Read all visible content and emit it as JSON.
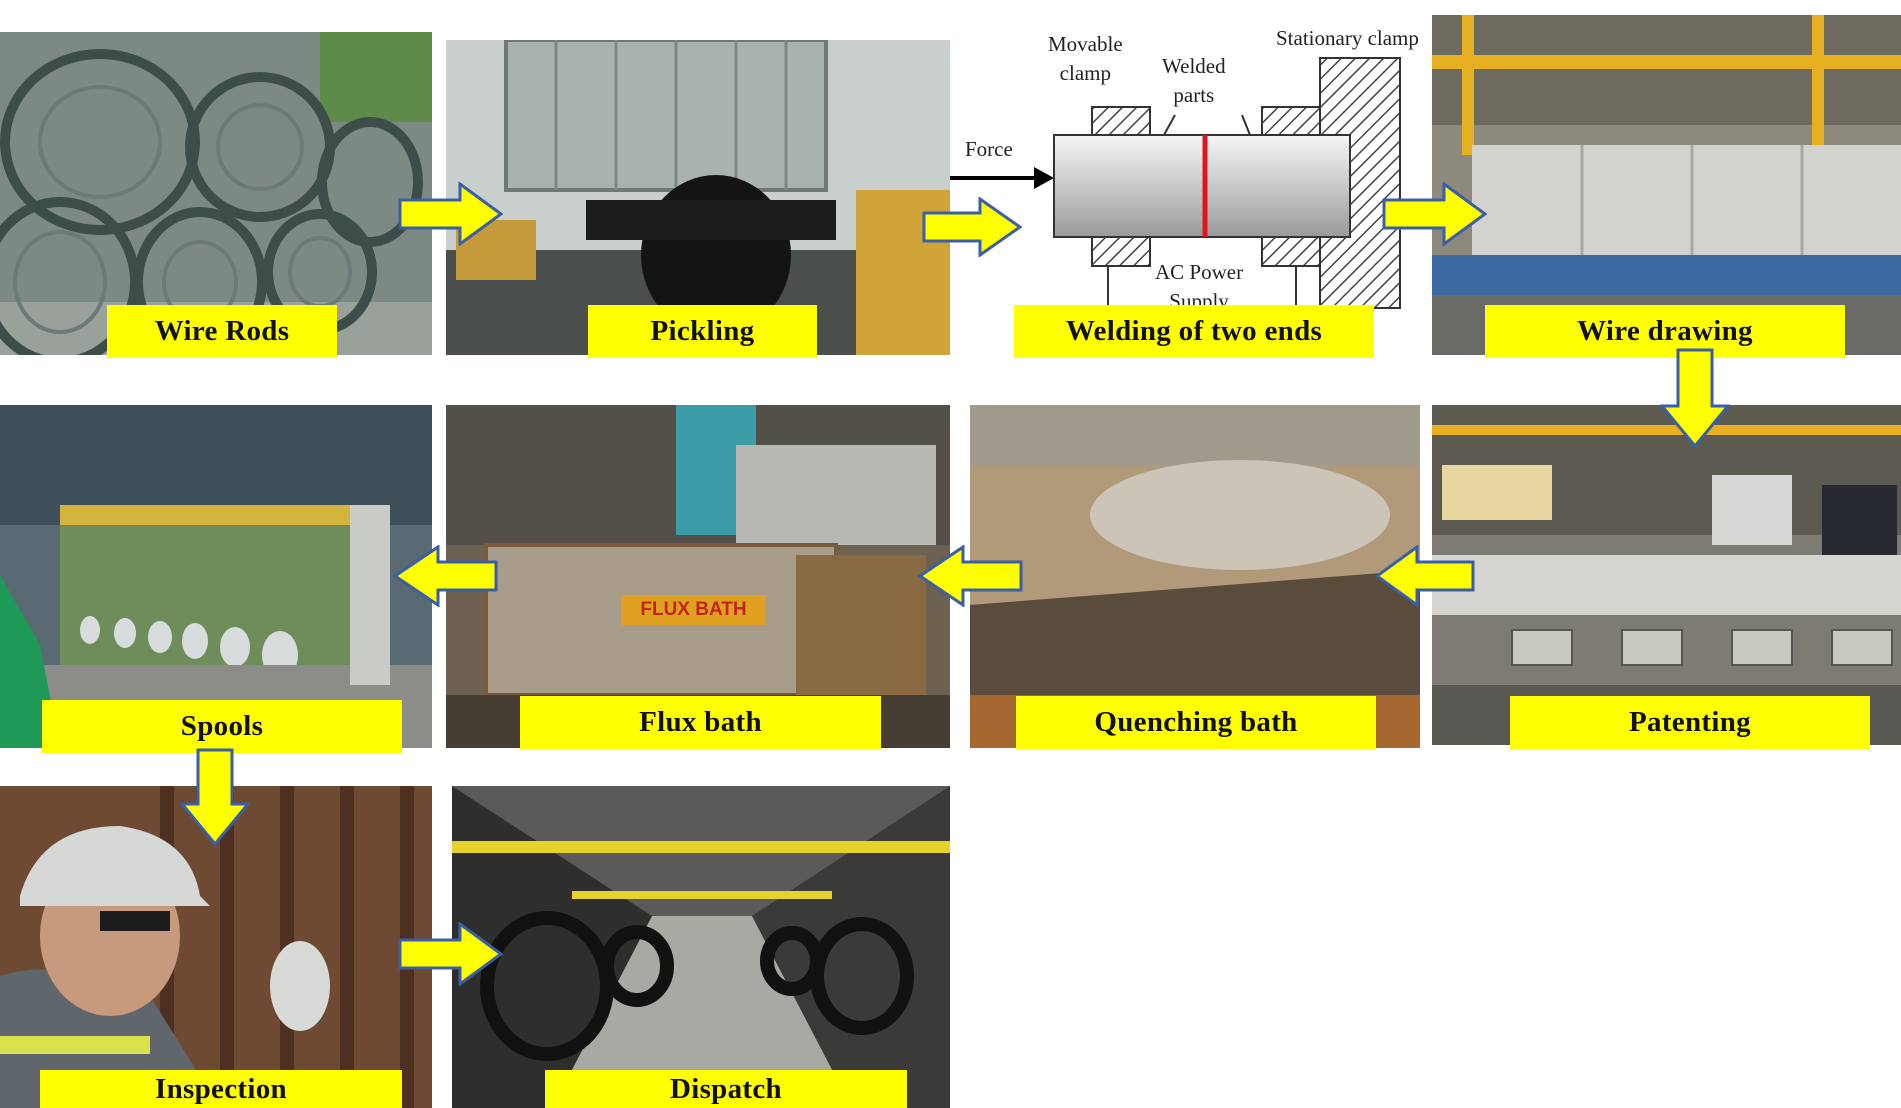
{
  "steps": {
    "wire_rods": "Wire Rods",
    "pickling": "Pickling",
    "welding": "Welding of two ends",
    "wire_drawing": "Wire drawing",
    "patenting": "Patenting",
    "quenching": "Quenching bath",
    "flux": "Flux bath",
    "spools": "Spools",
    "inspection": "Inspection",
    "dispatch": "Dispatch"
  },
  "welding_diagram": {
    "movable_clamp": "Movable\nclamp",
    "welded_parts": "Welded\nparts",
    "stationary_clamp": "Stationary clamp",
    "force": "Force",
    "power": "AC Power\nSupply"
  },
  "photo_text": {
    "flux_sign": "FLUX BATH"
  },
  "colors": {
    "label_bg": "#ffff00",
    "arrow_fill": "#ffff00",
    "arrow_stroke": "#3a5fa8",
    "weld_line": "#e0141e"
  }
}
